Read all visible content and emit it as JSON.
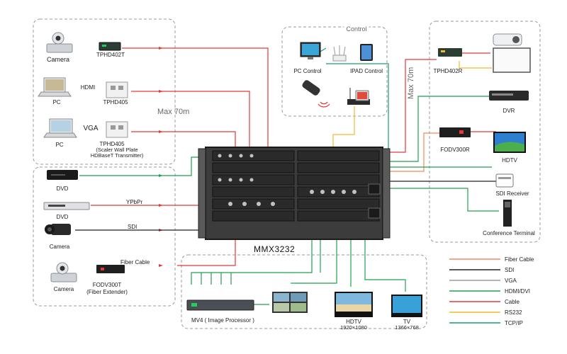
{
  "sources": {
    "camera": "Camera",
    "tphd402t": "TPHD402T",
    "hdmi": "HDMI",
    "pc1": "PC",
    "tphd405": "TPHD405",
    "vga": "VGA",
    "pc2": "PC",
    "tphd405b": "TPHD405",
    "tphd405b_sub1": "(Scaler Wall Plate",
    "tphd405b_sub2": "HDBaseT Transmitter)",
    "max_left": "Max 70m"
  },
  "inputs": {
    "dvd1": "DVD",
    "ypbpr": "YPbPr",
    "dvd2": "DVD",
    "sdi": "SDI",
    "camera_sdi": "Camera",
    "fiber_cable": "Fiber Cable",
    "camera3": "Camera",
    "fodv300t": "FODV300T",
    "fodv300t_sub": "(Fiber Extender)"
  },
  "control": {
    "title": "Control",
    "pc_control": "PC Control",
    "ipad_control": "IPAD Control"
  },
  "outputs": {
    "max_right": "Max 70m",
    "tphd402r": "TPHD402R",
    "dvr": "DVR",
    "fodv300r": "FODV300R",
    "hdtv": "HDTV",
    "sdi_receiver": "SDI Receiver",
    "conference_terminal": "Conference  Terminal"
  },
  "matrix": {
    "name": "MMX3232"
  },
  "bottom": {
    "mv4": "MV4 ( Image Processor )",
    "hdtv": "HDTV",
    "hdtv_res": "1920×1080",
    "tv": "TV",
    "tv_res": "1366×768"
  },
  "legend": [
    {
      "label": "Fiber Cable",
      "color": "#f28a5a"
    },
    {
      "label": "SDI",
      "color": "#222222"
    },
    {
      "label": "VGA",
      "color": "#9a9a9a"
    },
    {
      "label": "HDMI/DVI",
      "color": "#21a052"
    },
    {
      "label": "Cable",
      "color": "#e23a3a"
    },
    {
      "label": "RS232",
      "color": "#f5b82e"
    },
    {
      "label": "TCP/IP",
      "color": "#1d9a6c"
    }
  ]
}
